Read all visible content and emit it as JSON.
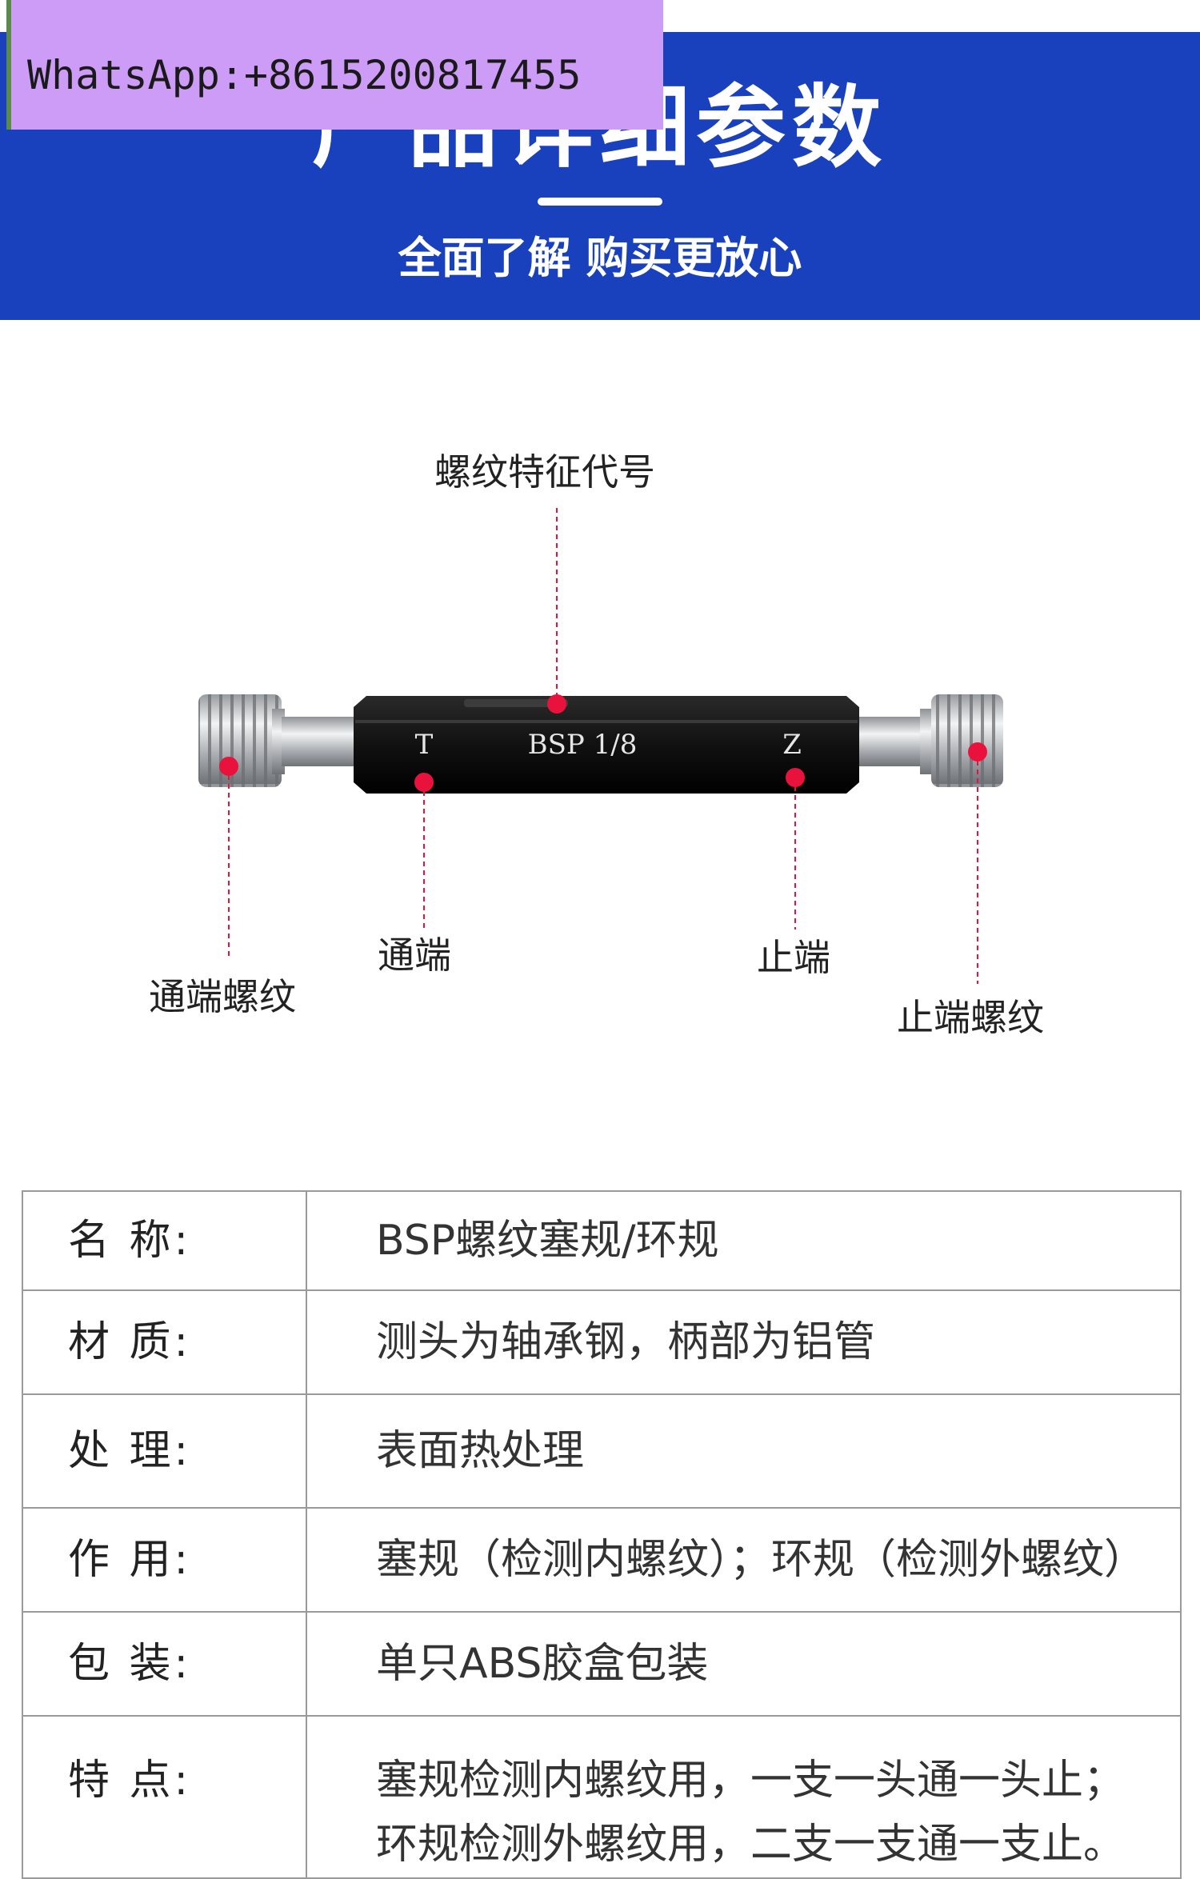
{
  "watermark": {
    "text": "WhatsApp:+8615200817455"
  },
  "header": {
    "title": "产品详细参数",
    "subtitle": "全面了解 购买更放心"
  },
  "diagram": {
    "gauge_labels": {
      "go_mark": "T",
      "center_mark": "BSP 1/8",
      "nogo_mark": "Z"
    },
    "callouts": {
      "thread_code": "螺纹特征代号",
      "go_thread": "通端螺纹",
      "go_end": "通端",
      "nogo_end": "止端",
      "nogo_thread": "止端螺纹"
    },
    "colors": {
      "marker": "#e8123c",
      "body": "#161616",
      "steel": "#b9bcc0"
    }
  },
  "specs": [
    {
      "label": "名 称:",
      "value": "BSP螺纹塞规/环规"
    },
    {
      "label": "材 质:",
      "value": "测头为轴承钢，柄部为铝管"
    },
    {
      "label": "处 理:",
      "value": "表面热处理"
    },
    {
      "label": "作 用:",
      "value": "塞规（检测内螺纹）；环规（检测外螺纹）"
    },
    {
      "label": "包 装:",
      "value": "单只ABS胶盒包装"
    },
    {
      "label": "特 点:",
      "value_lines": [
        "塞规检测内螺纹用，一支一头通一头止；",
        "环规检测外螺纹用，二支一支通一支止。"
      ]
    }
  ]
}
